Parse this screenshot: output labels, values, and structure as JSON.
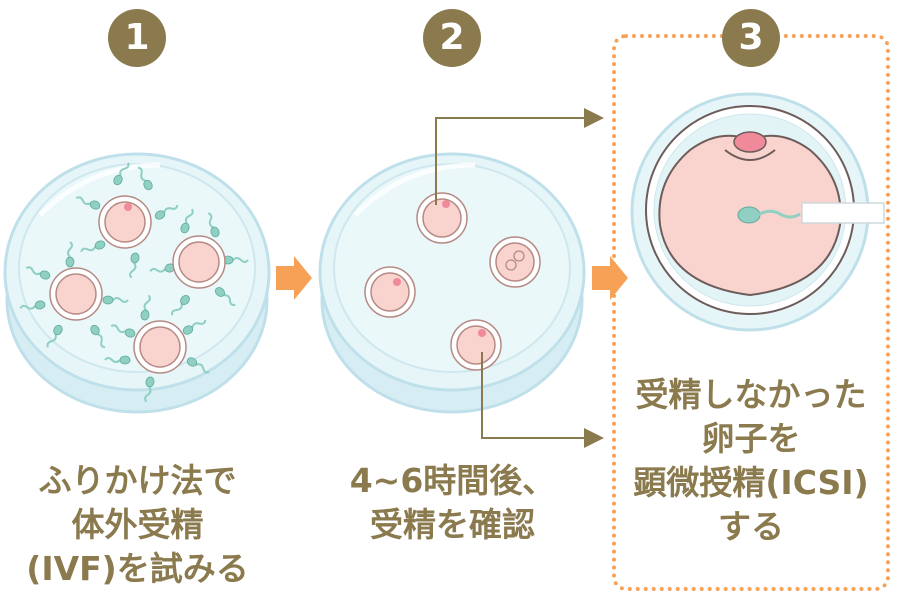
{
  "steps": [
    {
      "number": "1",
      "caption": "ふりかけ法で\n体外受精\n(IVF)を試みる"
    },
    {
      "number": "2",
      "caption": "4~6時間後、\n受精を確認"
    },
    {
      "number": "3",
      "caption": "受精しなかった\n卵子を\n顕微授精(ICSI)\nする"
    }
  ],
  "colors": {
    "accent": "#8a7a4e",
    "arrow": "#f7a157",
    "dish_fill": "#e3f4f7",
    "dish_rim": "#bfe0ea",
    "egg_fill": "#f9d3cd",
    "egg_outline": "#b68a84",
    "sperm": "#8fd0c3",
    "nucleus": "#f08a9a"
  }
}
